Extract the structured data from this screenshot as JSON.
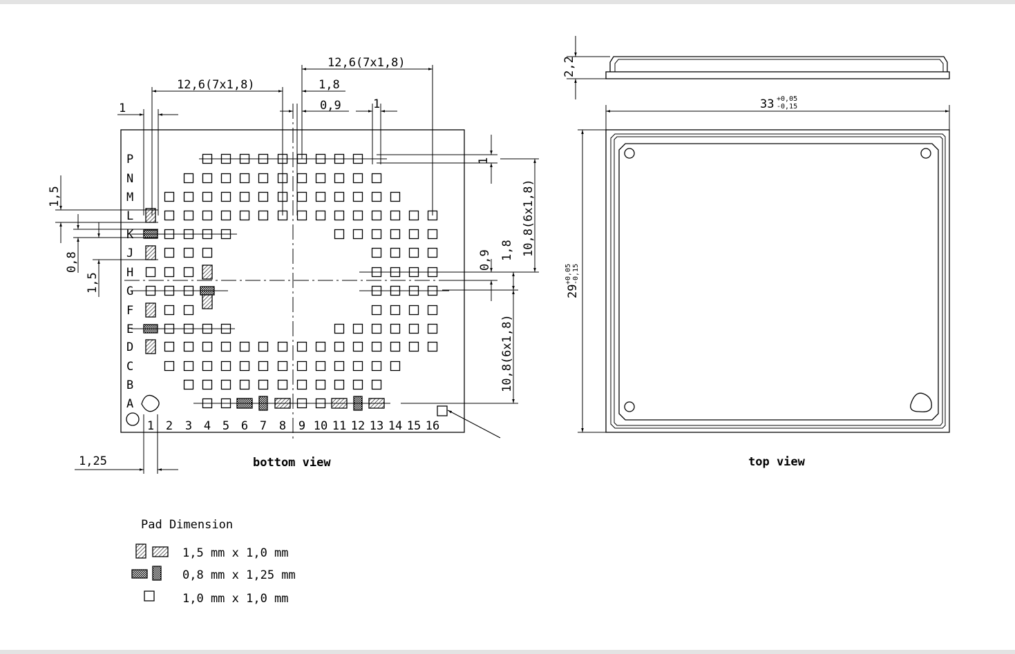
{
  "views": {
    "bottom": {
      "caption": "bottom view"
    },
    "top": {
      "caption": "top view"
    }
  },
  "dimensions": {
    "pitch_top": "12,6(7x1,8)",
    "pitch_top_left": "12,6(7x1,8)",
    "d_1_8_top": "1,8",
    "d_0_9_top": "0,9",
    "d_1_top_right": "1",
    "d_1_top_left": "1",
    "d_1_right_edge": "1",
    "pitch_right_upper": "10,8(6x1,8)",
    "pitch_right_lower": "10,8(6x1,8)",
    "d_0_9_right": "0,9",
    "d_1_8_right": "1,8",
    "d_1_5_left_upper": "1,5",
    "d_0_8_left": "0,8",
    "d_1_5_left_lower": "1,5",
    "d_1_25_bottom": "1,25",
    "side_height": "2,2",
    "width_base": "33",
    "width_tol_plus": "+0,05",
    "width_tol_minus": "-0,15",
    "height_base": "29",
    "height_tol_plus": "+0,05",
    "height_tol_minus": "-0,15"
  },
  "rows": [
    "P",
    "N",
    "M",
    "L",
    "K",
    "J",
    "H",
    "G",
    "F",
    "E",
    "D",
    "C",
    "B",
    "A"
  ],
  "columns": [
    "1",
    "2",
    "3",
    "4",
    "5",
    "6",
    "7",
    "8",
    "9",
    "10",
    "11",
    "12",
    "13",
    "14",
    "15",
    "16"
  ],
  "legend": {
    "title": "Pad Dimension",
    "items": [
      {
        "label": "1,5 mm x 1,0 mm",
        "pattern": "diagonal-hatch"
      },
      {
        "label": "0,8 mm x 1,25 mm",
        "pattern": "cross-hatch"
      },
      {
        "label": "1,0 mm x 1,0 mm",
        "pattern": "plain"
      }
    ]
  },
  "colors": {
    "ink": "#000000",
    "paper": "#ffffff",
    "band": "#e3e3e3"
  }
}
